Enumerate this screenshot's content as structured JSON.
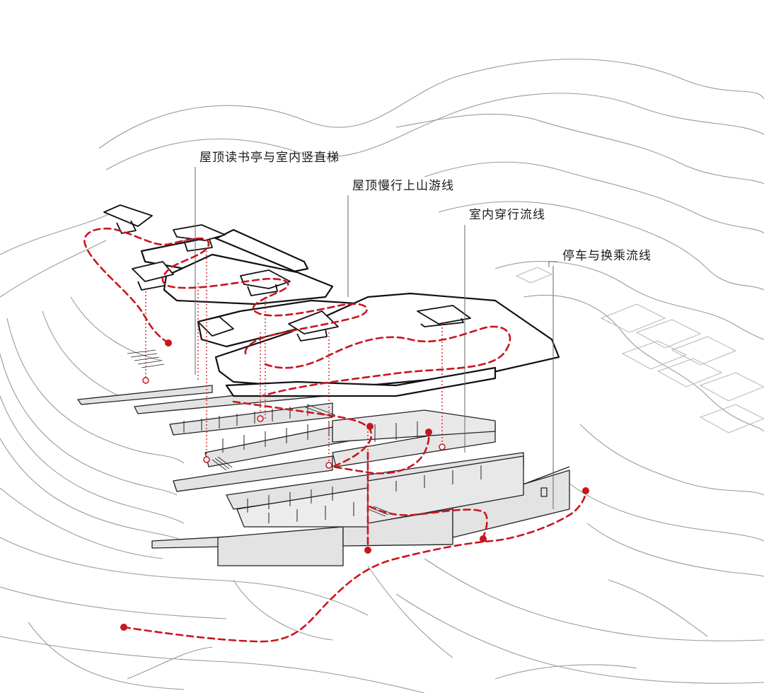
{
  "labels": {
    "rooftop_reading_pavilion": "屋顶读书亭与室内竖直梯",
    "rooftop_slow_path": "屋顶慢行上山游线",
    "indoor_passage": "室内穿行流线",
    "parking_transfer": "停车与换乘流线"
  },
  "colors": {
    "route": "#c8161d",
    "linework": "#222222",
    "terrain": "#9a9a9a",
    "wall_fill": "#e3e3e3",
    "background": "#ffffff"
  }
}
